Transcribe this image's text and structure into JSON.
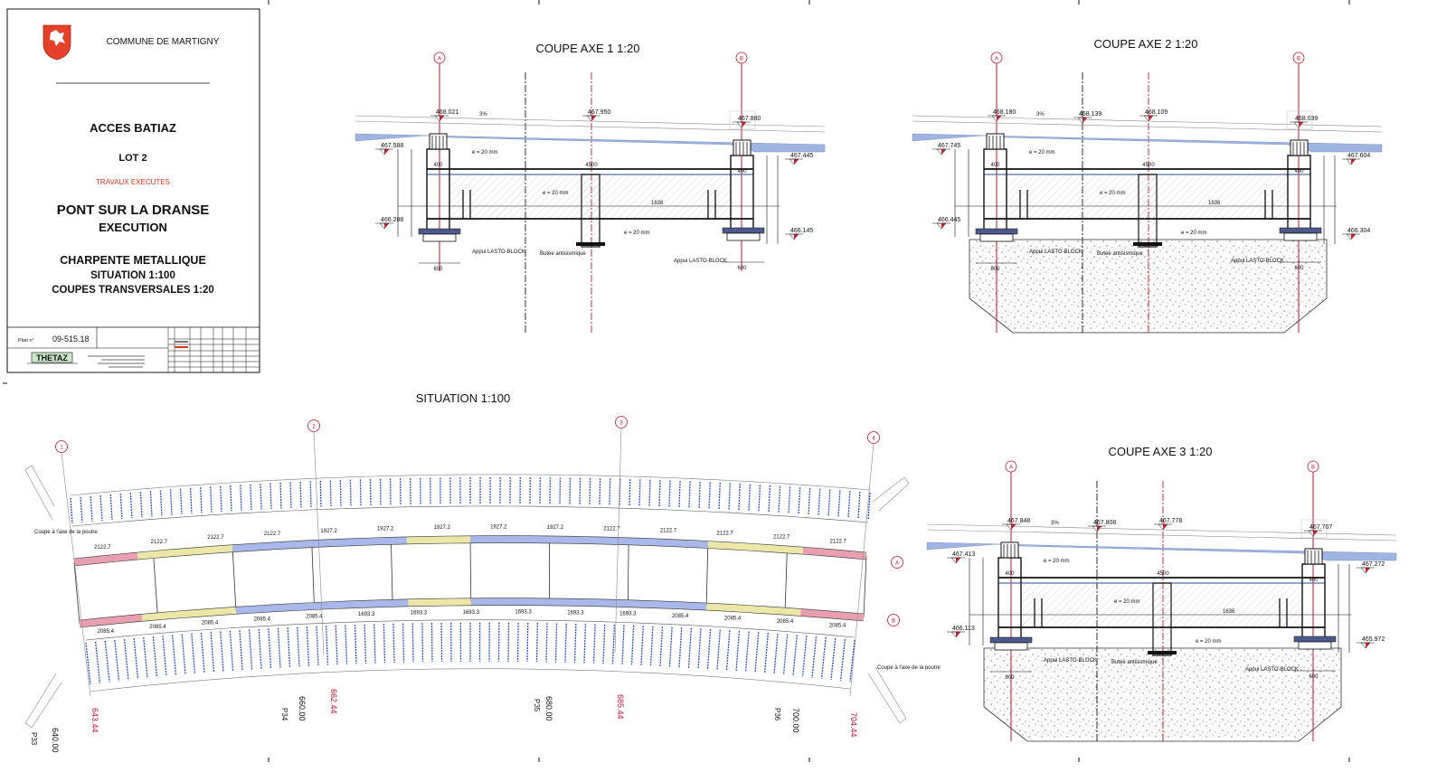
{
  "title_block": {
    "commune": "COMMUNE DE MARTIGNY",
    "project": "ACCES  BATIAZ",
    "lot": "LOT 2",
    "status": "TRAVAUX EXECUTES",
    "bridge": "PONT SUR LA DRANSE",
    "phase": "EXECUTION",
    "subject": "CHARPENTE METALLIQUE",
    "scale1": "SITUATION 1:100",
    "scale2": "COUPES TRANSVERSALES  1:20",
    "plan_label": "Plan n°",
    "plan_number": "09-515.18",
    "firm_logo": "THETAZ",
    "status_color": "#e0301e"
  },
  "sections": [
    {
      "title": "COUPE AXE 1  1:20",
      "axis_a": "A",
      "axis_b": "B",
      "elev_a": "468.021",
      "elev_mid": "467.950",
      "elev_b": "467.880",
      "elev_left_top": "467.588",
      "elev_left_bot": "466.288",
      "elev_right_top": "467.445",
      "elev_right_bot": "466.145",
      "foundation": false
    },
    {
      "title": "COUPE AXE 2  1:20",
      "axis_a": "A",
      "axis_b": "B",
      "elev_a": "468.180",
      "elev_c": "468.139",
      "elev_mid": "468.109",
      "elev_b": "468.039",
      "elev_left_top": "467.745",
      "elev_left_bot": "466.445",
      "elev_right_top": "467.604",
      "elev_right_bot": "466.304",
      "foundation": true
    },
    {
      "title": "COUPE AXE 3  1:20",
      "axis_a": "A",
      "axis_b": "B",
      "elev_a": "467.848",
      "elev_c": "467.808",
      "elev_mid": "467.778",
      "elev_b": "467.707",
      "elev_left_top": "467.413",
      "elev_left_bot": "466.113",
      "elev_right_top": "467.272",
      "elev_right_bot": "465.972",
      "foundation": true
    }
  ],
  "section_labels": {
    "plate": "e = 20 mm",
    "span": "4500",
    "pier_width": "400",
    "bearing_width": "600",
    "web": "1636",
    "bearing": "Appui LASTO-BLOCK",
    "seismic_stop": "Butée antisismique",
    "slope": "3%"
  },
  "situation": {
    "title": "SITUATION 1:100",
    "axes": [
      "1",
      "2",
      "3",
      "4"
    ],
    "girders": [
      "A",
      "B"
    ],
    "top_dims": [
      "2122.7",
      "2122.7",
      "2122.7",
      "2122.7",
      "1927.2",
      "1927.2",
      "1927.2",
      "1927.2",
      "1927.2",
      "2122.7",
      "2122.7",
      "2122.7",
      "2122.7",
      "2122.7"
    ],
    "bottom_dims": [
      "2085.4",
      "2085.4",
      "2085.4",
      "2085.4",
      "2085.4",
      "1693.3",
      "1693.3",
      "1693.3",
      "1693.3",
      "1693.3",
      "1693.3",
      "2085.4",
      "2085.4",
      "2085.4",
      "2085.4"
    ],
    "end_note": "Coupe à l'axe de la poutre",
    "stations_red": [
      "643.44",
      "662.44",
      "685.44",
      "704.44"
    ],
    "stations_black": [
      "640.00",
      "660.00",
      "680.00",
      "700.00"
    ],
    "piles": [
      "P33",
      "P34",
      "P35",
      "P36"
    ]
  },
  "colors": {
    "axis": "#c8102e",
    "deck": "#9db5e0",
    "girder_pink": "#e8a0b0",
    "girder_yellow": "#ece6a8",
    "girder_blue": "#a8b8e8",
    "labels_blue": "#2a4fc8"
  }
}
